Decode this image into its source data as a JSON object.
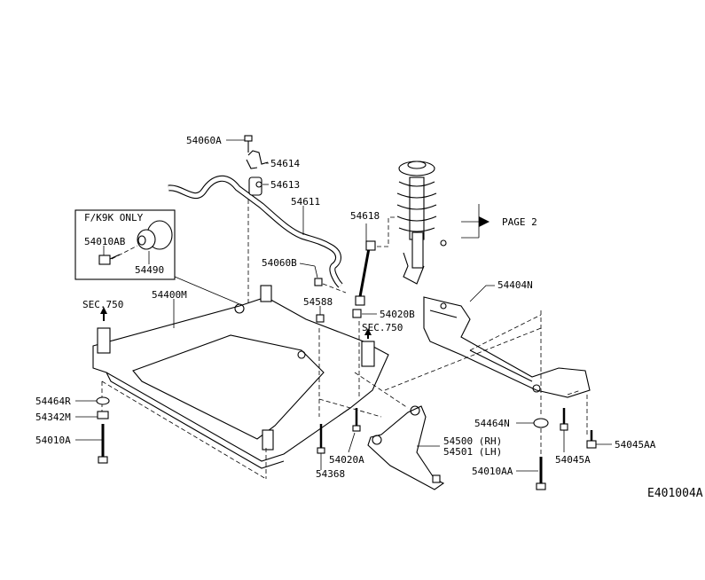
{
  "diagram": {
    "code": "E401004A",
    "inset_title": "F/K9K ONLY",
    "labels": {
      "p54060A": "54060A",
      "p54614": "54614",
      "p54613": "54613",
      "p54611": "54611",
      "p54618": "54618",
      "page2": "PAGE 2",
      "p54010AB": "54010AB",
      "p54490": "54490",
      "p54060B": "54060B",
      "p54400M": "54400M",
      "sec750_left": "SEC.750",
      "p54588": "54588",
      "p54020B": "54020B",
      "sec750_mid": "SEC.750",
      "p54404N": "54404N",
      "p54464R": "54464R",
      "p54342M": "54342M",
      "p54010A": "54010A",
      "p54368": "54368",
      "p54020A": "54020A",
      "p54500": "54500 (RH)",
      "p54501": "54501 (LH)",
      "p54464N": "54464N",
      "p54045A": "54045A",
      "p54045AA": "54045AA",
      "p54010AA": "54010AA"
    }
  }
}
